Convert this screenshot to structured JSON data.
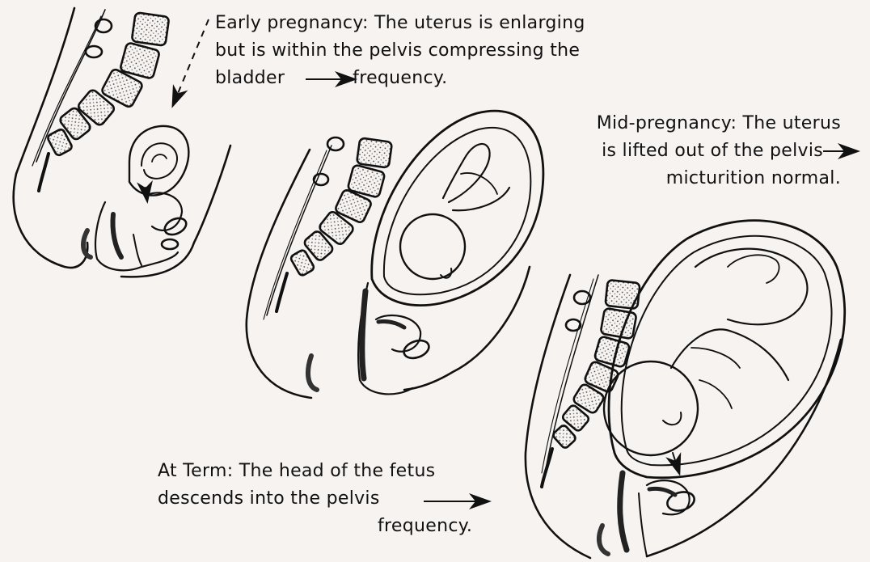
{
  "captions": {
    "early": {
      "line1": "Early pregnancy:  The uterus is enlarging",
      "line2": "but is within the pelvis compressing the",
      "line3_pre": "bladder",
      "line3_post": "frequency."
    },
    "mid": {
      "line1": "Mid-pregnancy:  The uterus",
      "line2": "is lifted out of the pelvis",
      "line3": "micturition normal."
    },
    "term": {
      "line1": "At Term:  The head of the fetus",
      "line2": "descends into the pelvis",
      "line3": "frequency."
    }
  },
  "colors": {
    "ink": "#111111",
    "paper": "#f7f3f1",
    "spine_fill": "#d9d2cc"
  }
}
